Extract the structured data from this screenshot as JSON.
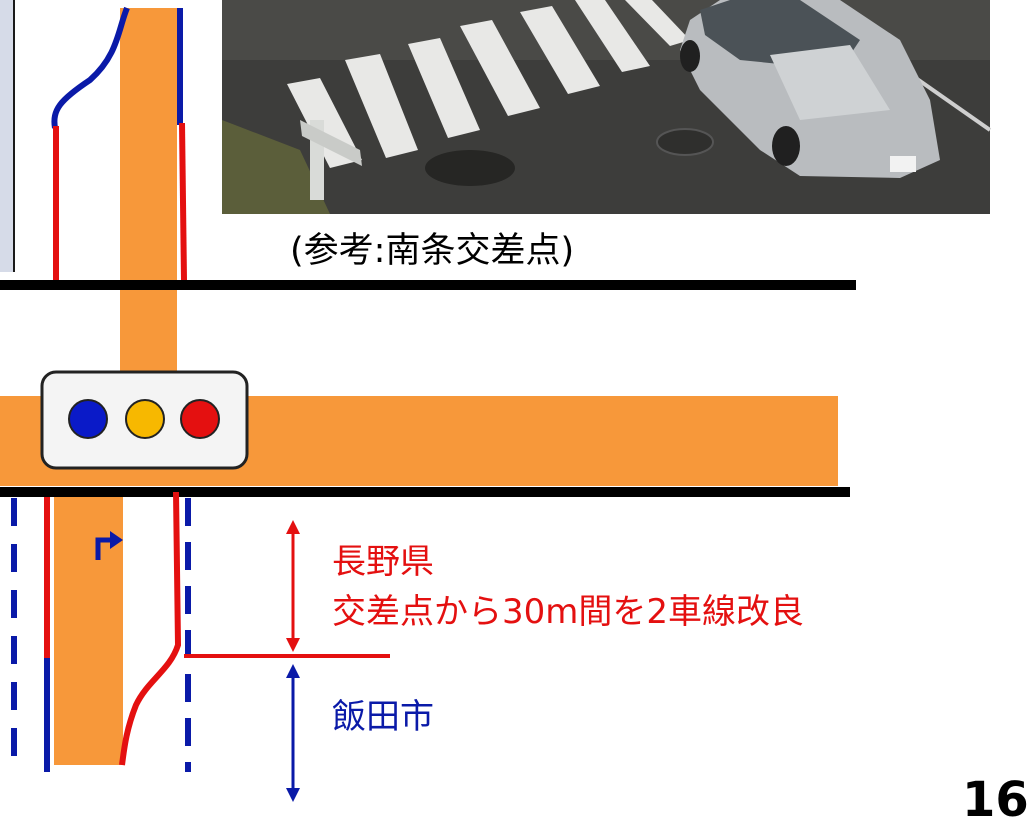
{
  "caption": "(参考:南条交差点)",
  "prefecture": {
    "name": "長野県",
    "note": "交差点から30m間を2車線改良"
  },
  "city": {
    "name": "飯田市"
  },
  "page_number": "16",
  "signal": {
    "lights": [
      "blue",
      "yellow",
      "red"
    ]
  },
  "colors": {
    "road": "#f7983a",
    "red_line": "#e41010",
    "blue_line": "#0a1aa8",
    "signal_blue": "#0a1ac8",
    "signal_yellow": "#f7b800",
    "signal_red": "#e41010"
  },
  "icons": {
    "turn_arrow": "right-turn-arrow-icon"
  }
}
